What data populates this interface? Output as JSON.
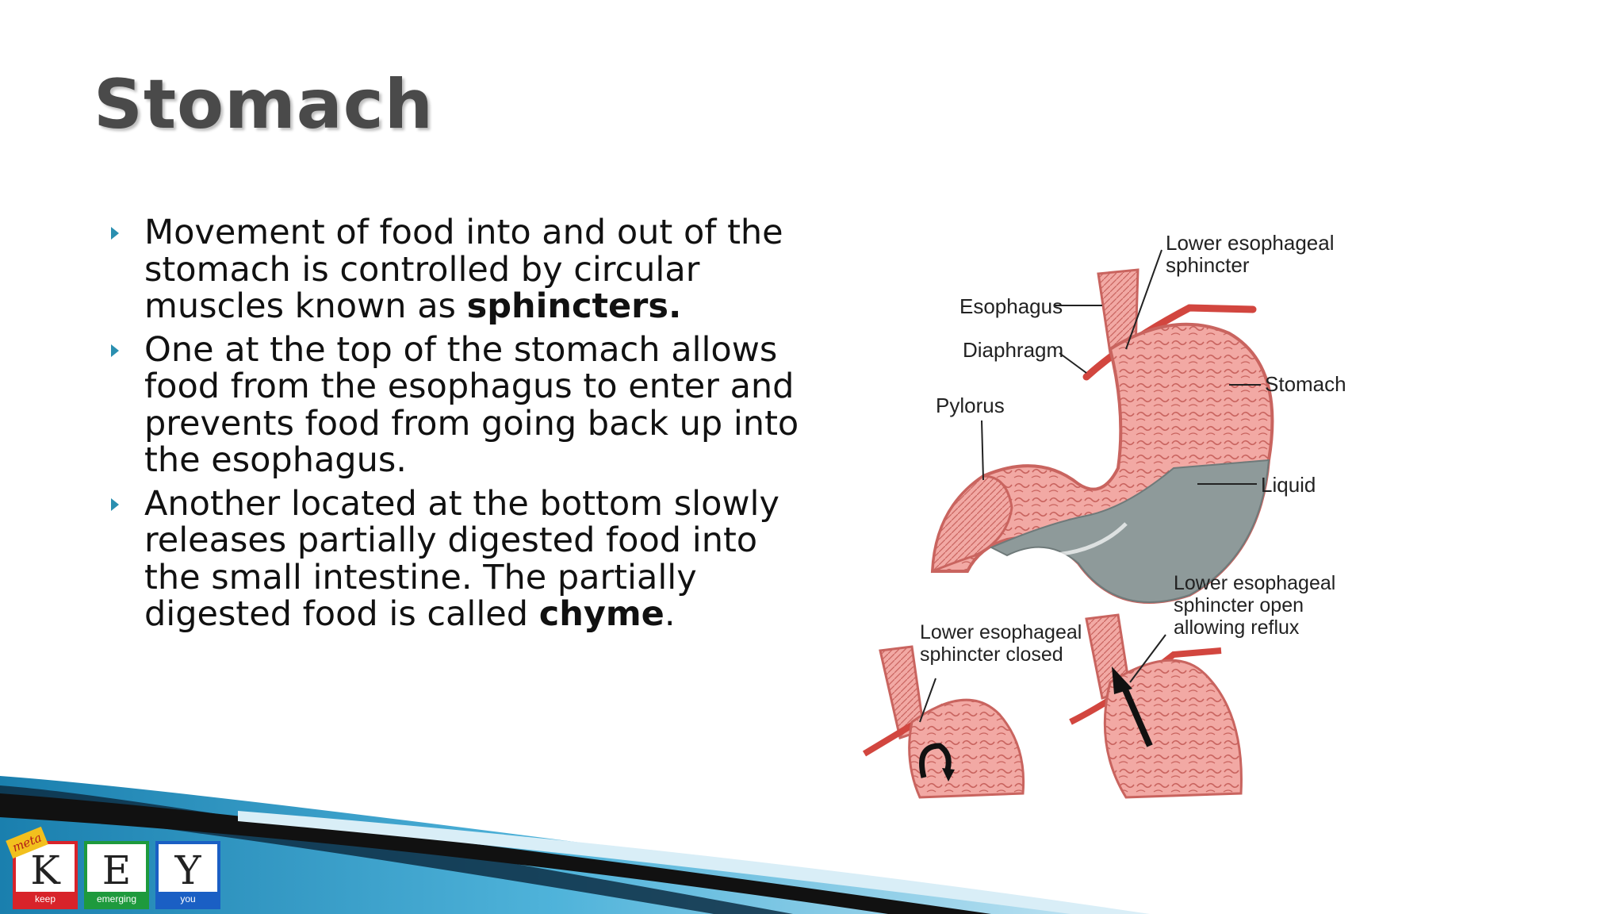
{
  "slide": {
    "title": "Stomach",
    "bullets": [
      {
        "before": "Movement of food into and out of the stomach is controlled by circular muscles known as ",
        "bold": "sphincters.",
        "after": ""
      },
      {
        "before": "One at the top of the stomach allows food from the esophagus to enter and prevents food from going back up into the esophagus.",
        "bold": "",
        "after": ""
      },
      {
        "before": "Another located at the bottom slowly releases partially digested food into the small intestine.  The partially digested food is called ",
        "bold": "chyme",
        "after": "."
      }
    ]
  },
  "figure": {
    "labels": {
      "les_line1": "Lower esophageal",
      "les_line2": "sphincter",
      "esophagus": "Esophagus",
      "diaphragm": "Diaphragm",
      "stomach": "Stomach",
      "pylorus": "Pylorus",
      "liquid": "Liquid",
      "closed_line1": "Lower esophageal",
      "closed_line2": "sphincter closed",
      "open_line1": "Lower esophageal",
      "open_line2": "sphincter open",
      "open_line3": "allowing reflux"
    }
  },
  "logo": {
    "tag": "meta",
    "letters": [
      {
        "letter": "K",
        "word": "keep"
      },
      {
        "letter": "E",
        "word": "emerging"
      },
      {
        "letter": "Y",
        "word": "you"
      }
    ]
  },
  "colors": {
    "title": "#4a4a4a",
    "bullet_marker": "#2a8fb0",
    "tissue": "#f2a9a4",
    "tissue_dark": "#c9645f",
    "liquid": "#8e9a9a",
    "footer_blue": "#1f8fbf",
    "logo_red": "#d8232a",
    "logo_green": "#1e9a3d",
    "logo_blue": "#1a5fc4"
  }
}
